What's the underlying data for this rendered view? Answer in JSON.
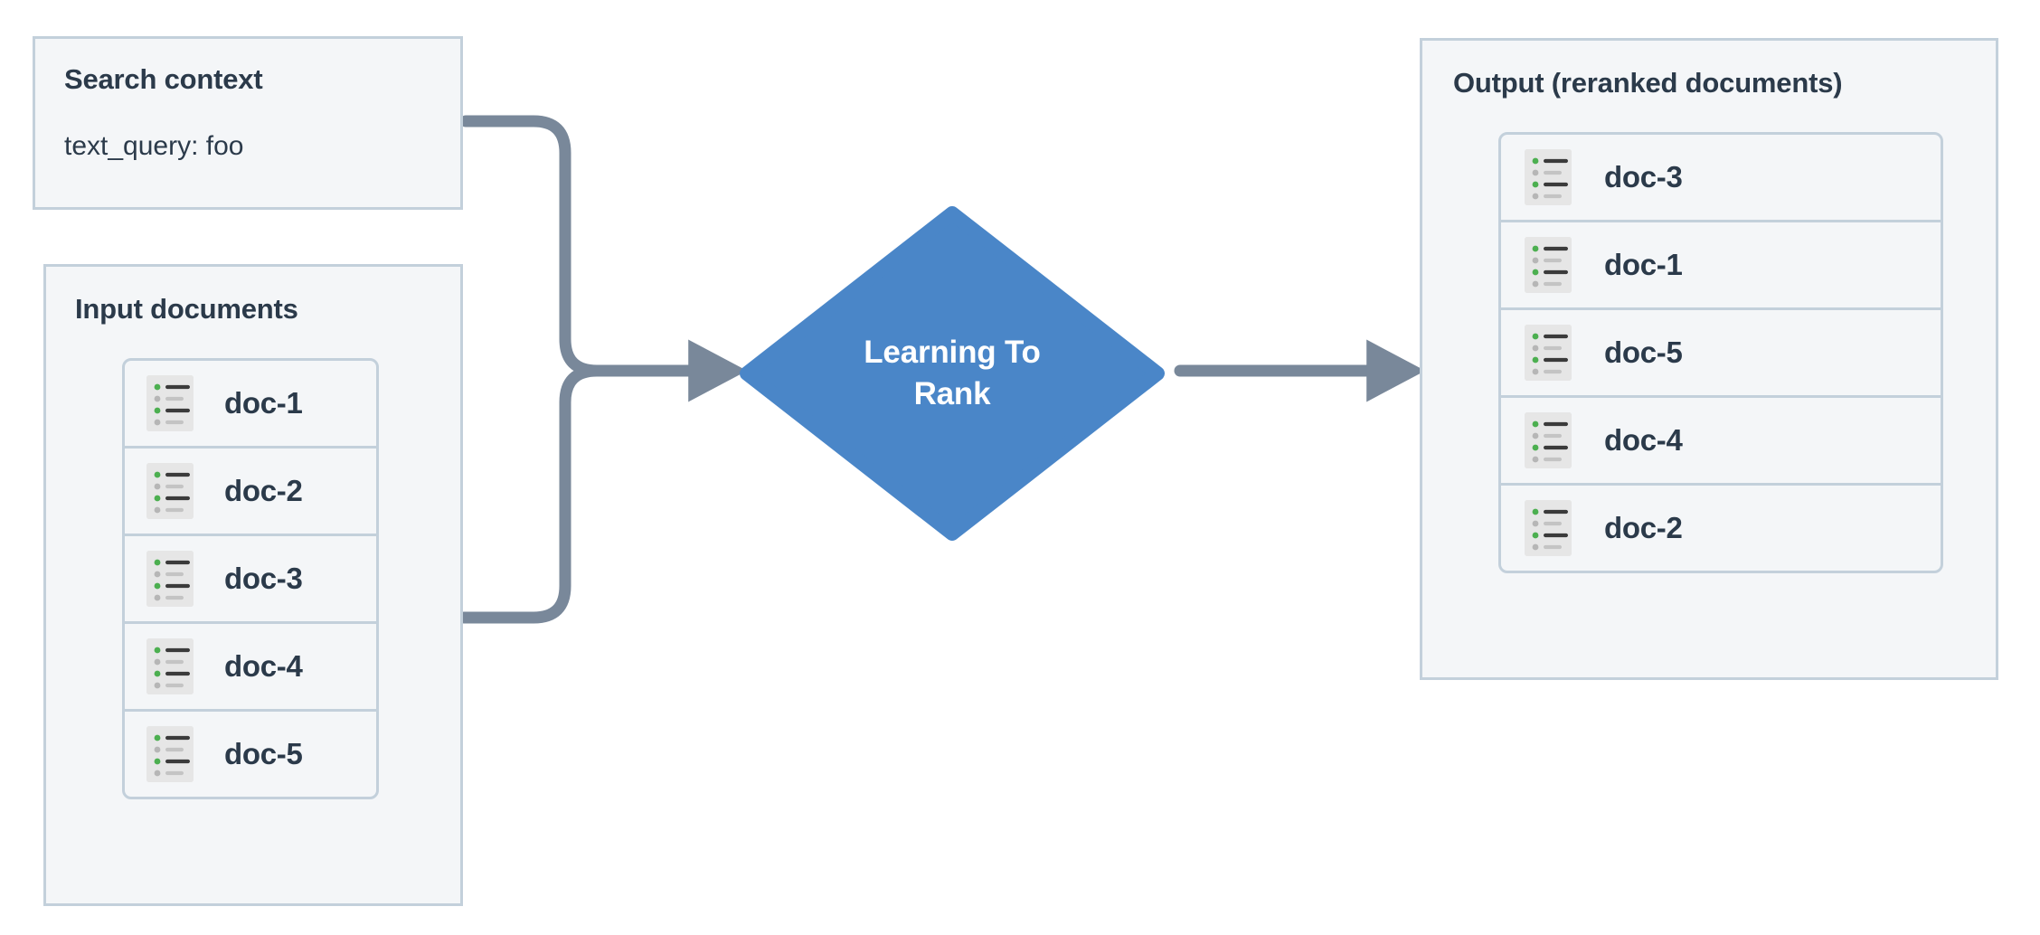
{
  "diagram": {
    "title": "Learning To Rank reranking flow",
    "background": "#ffffff",
    "colors": {
      "panel_fill": "#f4f6f8",
      "panel_border": "#c3d0db",
      "text": "#2b3a4a",
      "node_fill": "#4a86c8",
      "node_text": "#ffffff",
      "connector": "#79889a",
      "icon_bg": "#e6e6e6",
      "icon_bullet_green": "#4caf50",
      "icon_bullet_gray": "#b6b6b6",
      "icon_line_dark": "#3b3b3b",
      "icon_line_light": "#c4c4c4"
    }
  },
  "search_context": {
    "title": "Search context",
    "query_line": "text_query: foo"
  },
  "input_documents": {
    "title": "Input documents",
    "items": [
      {
        "label": "doc-1",
        "icon": "document-list-icon"
      },
      {
        "label": "doc-2",
        "icon": "document-list-icon"
      },
      {
        "label": "doc-3",
        "icon": "document-list-icon"
      },
      {
        "label": "doc-4",
        "icon": "document-list-icon"
      },
      {
        "label": "doc-5",
        "icon": "document-list-icon"
      }
    ]
  },
  "ltr_node": {
    "label_line1": "Learning To",
    "label_line2": "Rank",
    "shape": "diamond"
  },
  "output_documents": {
    "title": "Output (reranked documents)",
    "items": [
      {
        "label": "doc-3",
        "icon": "document-list-icon"
      },
      {
        "label": "doc-1",
        "icon": "document-list-icon"
      },
      {
        "label": "doc-5",
        "icon": "document-list-icon"
      },
      {
        "label": "doc-4",
        "icon": "document-list-icon"
      },
      {
        "label": "doc-2",
        "icon": "document-list-icon"
      }
    ]
  },
  "connectors": [
    {
      "name": "search-context-to-ltr",
      "from": "search_context",
      "to": "ltr_node",
      "arrow": true
    },
    {
      "name": "input-documents-to-ltr",
      "from": "input_documents",
      "to": "ltr_node",
      "arrow": true
    },
    {
      "name": "ltr-to-output",
      "from": "ltr_node",
      "to": "output_documents",
      "arrow": true
    }
  ]
}
